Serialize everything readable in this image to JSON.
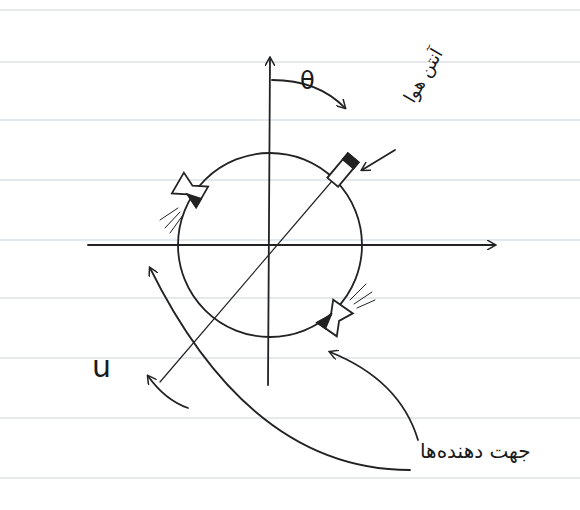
{
  "diagram": {
    "labels": [
      "θ",
      "آنتن هوا",
      "u",
      "جهت دهنده‌ها"
    ]
  }
}
